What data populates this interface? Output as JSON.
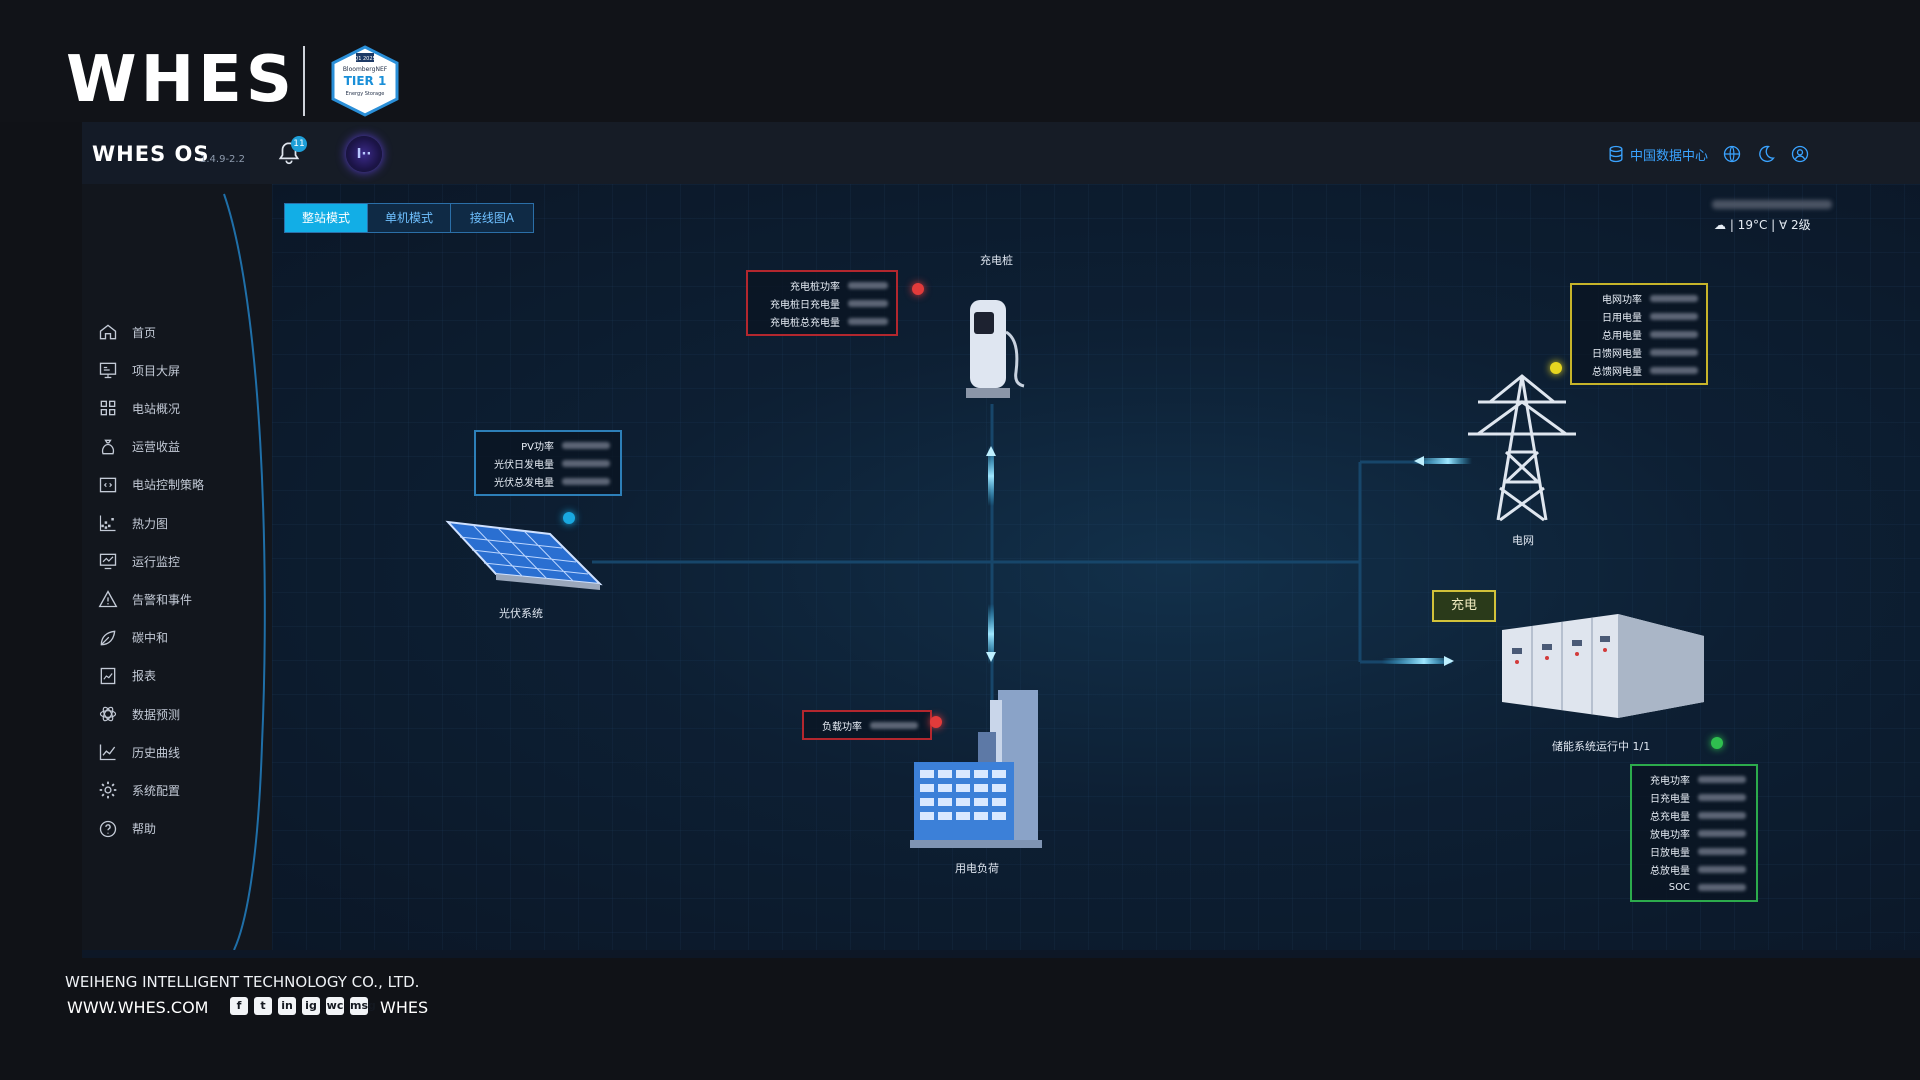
{
  "brand": {
    "logo_text": "WHES",
    "badge": {
      "top_small": "Q1 2025",
      "org": "BloombergNEF",
      "tier": "TIER 1",
      "sub": "Energy Storage"
    }
  },
  "header": {
    "os_title": "WHES OS",
    "version": "1.4.9-2.2",
    "notification_count": "11",
    "ai_label": "I··",
    "datacenter": "中国数据中心"
  },
  "sidebar": {
    "items": [
      {
        "label": "首页",
        "icon": "home-icon"
      },
      {
        "label": "项目大屏",
        "icon": "screen-icon"
      },
      {
        "label": "电站概况",
        "icon": "grid-icon"
      },
      {
        "label": "运营收益",
        "icon": "money-bag-icon"
      },
      {
        "label": "电站控制策略",
        "icon": "code-icon"
      },
      {
        "label": "热力图",
        "icon": "heatmap-icon"
      },
      {
        "label": "运行监控",
        "icon": "monitor-icon"
      },
      {
        "label": "告警和事件",
        "icon": "warning-icon"
      },
      {
        "label": "碳中和",
        "icon": "leaf-icon"
      },
      {
        "label": "报表",
        "icon": "report-icon"
      },
      {
        "label": "数据预测",
        "icon": "atom-icon"
      },
      {
        "label": "历史曲线",
        "icon": "line-chart-icon"
      },
      {
        "label": "系统配置",
        "icon": "gear-icon"
      },
      {
        "label": "帮助",
        "icon": "help-icon"
      }
    ]
  },
  "tabs": [
    "整站模式",
    "单机模式",
    "接线图A"
  ],
  "weather": {
    "text": "| 19°C |  ∀  2级"
  },
  "charging_pile": {
    "title": "充电桩",
    "metrics": [
      "充电桩功率",
      "充电桩日充电量",
      "充电桩总充电量"
    ],
    "status_color": "#e23b3b"
  },
  "pv": {
    "title": "光伏系统",
    "metrics": [
      "PV功率",
      "光伏日发电量",
      "光伏总发电量"
    ],
    "status_color": "#19a8e0"
  },
  "grid": {
    "title": "电网",
    "metrics": [
      "电网功率",
      "日用电量",
      "总用电量",
      "日馈网电量",
      "总馈网电量"
    ],
    "status_color": "#e6d520"
  },
  "load": {
    "title": "用电负荷",
    "metrics": [
      "负载功率"
    ],
    "status_color": "#e23b3b"
  },
  "storage": {
    "title": "储能系统运行中 1/1",
    "badge": "充电",
    "metrics": [
      "充电功率",
      "日充电量",
      "总充电量",
      "放电功率",
      "日放电量",
      "总放电量",
      "SOC"
    ],
    "status_color": "#2fbf4f"
  },
  "footer": {
    "company": "WEIHENG INTELLIGENT TECHNOLOGY CO., LTD.",
    "url": "WWW.WHES.COM",
    "brand": "WHES",
    "social": [
      "f",
      "t",
      "in",
      "ig",
      "wc",
      "msg"
    ]
  }
}
